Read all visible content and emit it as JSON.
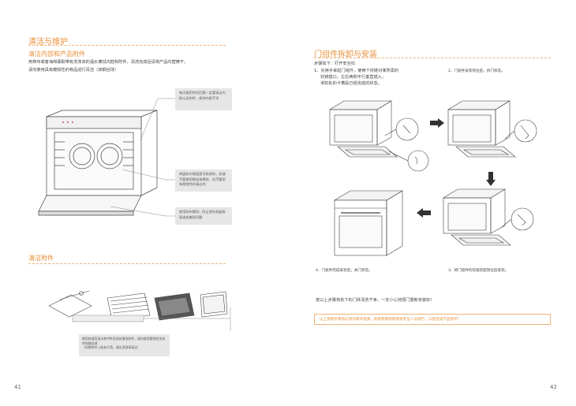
{
  "left": {
    "section_title": "清洁与维护",
    "subhead_interior": "清洁内部和产品附件",
    "interior_text": [
      "用棉布或者海绵蘸取带有洗涤液的温水擦拭内腔和附件，清洗完成后请将产品内壁擦干。",
      "请勿使用具有磨损性的物品进行清洁（如钢丝球）"
    ],
    "callouts": [
      "每次使用完毕后都一定要清洁内腔以及附件，保持内腔干净",
      "烤盘和内侧面是可拆卸的，但请不要使用钢丝球擦拭，也不要用有腐蚀性的清洁剂",
      "使用软布擦拭，防止划伤机器表面造成美观问题"
    ],
    "subhead_accessories": "清洁附件",
    "accessory_note": [
      "使用前请用温水和中性洗涤剂清洗附件，请勿使用腐蚀性洗涤剂和钢丝球",
      "（如果附件上粘有污渍，请先浸泡再清洁）"
    ],
    "page_number": "41"
  },
  "right": {
    "section_title": "门组件拆卸与安装",
    "steps_intro": "步骤如下：打开安全扣",
    "step1": [
      "1、先用手拿起门组件，使两个铰链对准所需的",
      "铰链插口，左右两侧平行垂直插入，",
      "滑扣处的卡槽是已经完成的状态。"
    ],
    "step2": "2、门组件安装到位后，拆门状态。",
    "step3": "3、将门组件的铰链装配到位后安装。",
    "step4": "4、门组件完成安装后，关门状态。",
    "bottom_note": "按以上步骤将拆下的门体清洗干净，一定小心地把门重新安装好！",
    "warning": "以上拆卸步骤前必须先断开电源，如果需要拆卸请找专业人员进行，以免造成产品损坏！",
    "page_number": "42"
  },
  "colors": {
    "accent": "#e8913a",
    "callout_bg": "#e6e6e6",
    "warn_border": "#f0b27a"
  }
}
